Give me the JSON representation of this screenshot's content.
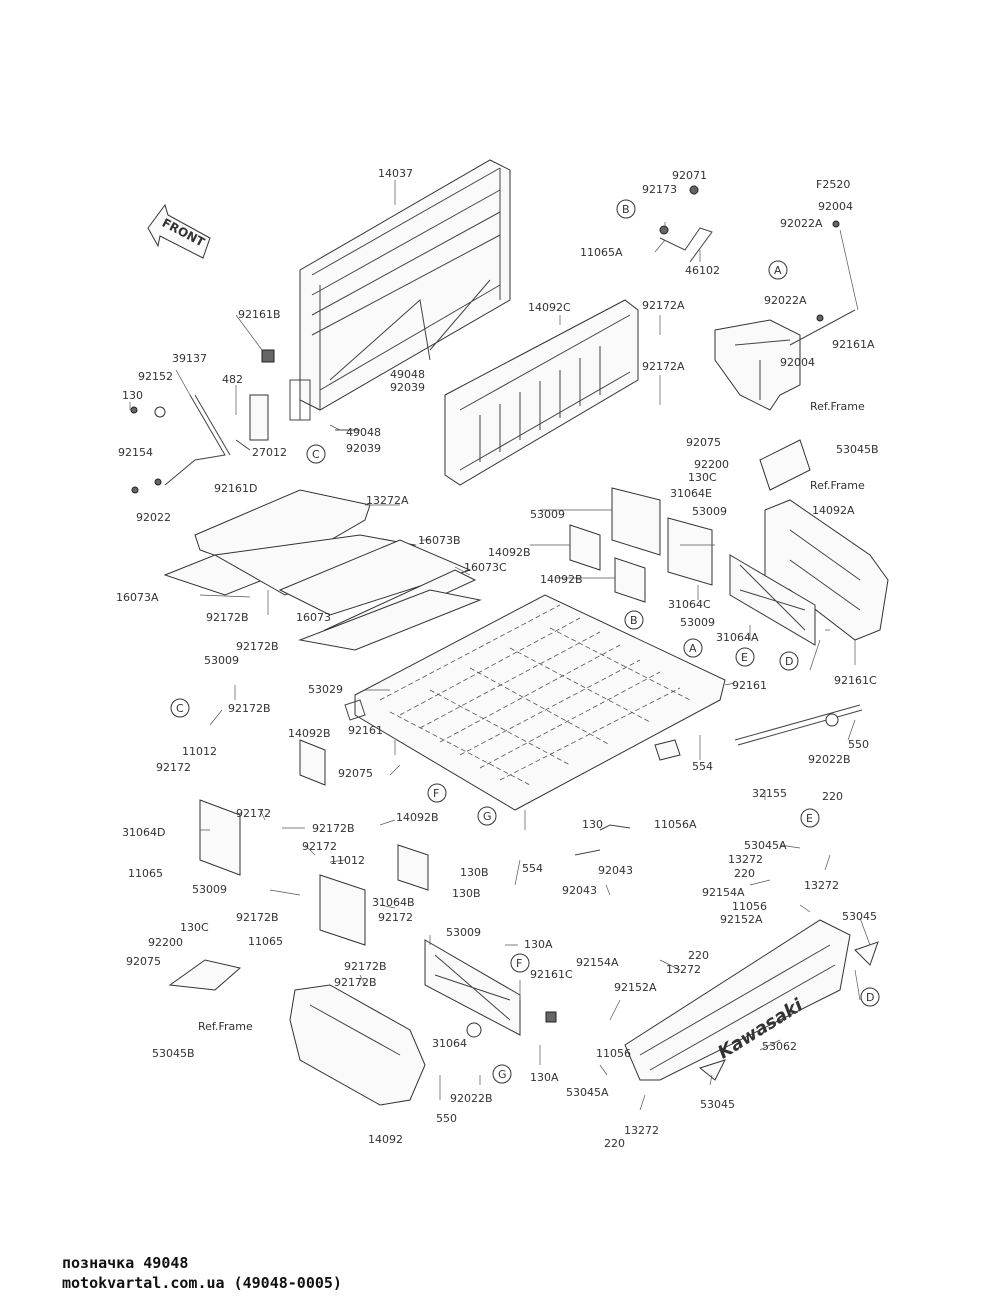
{
  "diagram": {
    "front_label": "FRONT",
    "part_labels": [
      {
        "id": "p14037",
        "text": "14037"
      },
      {
        "id": "p92071",
        "text": "92071"
      },
      {
        "id": "p92173",
        "text": "92173"
      },
      {
        "id": "pB1",
        "text": "B"
      },
      {
        "id": "p11065A",
        "text": "11065A"
      },
      {
        "id": "p46102",
        "text": "46102"
      },
      {
        "id": "pF2520",
        "text": "F2520"
      },
      {
        "id": "p92004a",
        "text": "92004"
      },
      {
        "id": "p92022Aa",
        "text": "92022A"
      },
      {
        "id": "pA1",
        "text": "A"
      },
      {
        "id": "p92022Ab",
        "text": "92022A"
      },
      {
        "id": "p92004b",
        "text": "92004"
      },
      {
        "id": "p92161A",
        "text": "92161A"
      },
      {
        "id": "pRef1",
        "text": "Ref.Frame"
      },
      {
        "id": "p14092C",
        "text": "14092C"
      },
      {
        "id": "p92172Aa",
        "text": "92172A"
      },
      {
        "id": "p92172Ab",
        "text": "92172A"
      },
      {
        "id": "p92161B",
        "text": "92161B"
      },
      {
        "id": "p39137",
        "text": "39137"
      },
      {
        "id": "p92152",
        "text": "92152"
      },
      {
        "id": "p482",
        "text": "482"
      },
      {
        "id": "p130a",
        "text": "130"
      },
      {
        "id": "p49048a",
        "text": "49048"
      },
      {
        "id": "p92039a",
        "text": "92039"
      },
      {
        "id": "p49048b",
        "text": "49048"
      },
      {
        "id": "pC1",
        "text": "C"
      },
      {
        "id": "p92039b",
        "text": "92039"
      },
      {
        "id": "p27012",
        "text": "27012"
      },
      {
        "id": "p92154",
        "text": "92154"
      },
      {
        "id": "p92161D",
        "text": "92161D"
      },
      {
        "id": "p92022",
        "text": "92022"
      },
      {
        "id": "p13272A",
        "text": "13272A"
      },
      {
        "id": "p16073B",
        "text": "16073B"
      },
      {
        "id": "p16073C",
        "text": "16073C"
      },
      {
        "id": "p16073A",
        "text": "16073A"
      },
      {
        "id": "p92172Ba",
        "text": "92172B"
      },
      {
        "id": "p16073",
        "text": "16073"
      },
      {
        "id": "p92075a",
        "text": "92075"
      },
      {
        "id": "p53045Ba",
        "text": "53045B"
      },
      {
        "id": "p92200a",
        "text": "92200"
      },
      {
        "id": "p130Ca",
        "text": "130C"
      },
      {
        "id": "pRef2",
        "text": "Ref.Frame"
      },
      {
        "id": "p53009a",
        "text": "53009"
      },
      {
        "id": "p31064E",
        "text": "31064E"
      },
      {
        "id": "p53009b",
        "text": "53009"
      },
      {
        "id": "p14092A",
        "text": "14092A"
      },
      {
        "id": "p14092Ba",
        "text": "14092B"
      },
      {
        "id": "p14092Bb",
        "text": "14092B"
      },
      {
        "id": "p31064C",
        "text": "31064C"
      },
      {
        "id": "pB2",
        "text": "B"
      },
      {
        "id": "p53009c",
        "text": "53009"
      },
      {
        "id": "p31064A",
        "text": "31064A"
      },
      {
        "id": "pA2",
        "text": "A"
      },
      {
        "id": "pE1",
        "text": "E"
      },
      {
        "id": "pD1",
        "text": "D"
      },
      {
        "id": "p92161C",
        "text": "92161C"
      },
      {
        "id": "p92161a",
        "text": "92161"
      },
      {
        "id": "p53029",
        "text": "53029"
      },
      {
        "id": "p92172Bb",
        "text": "92172B"
      },
      {
        "id": "p53009d",
        "text": "53009"
      },
      {
        "id": "pC2",
        "text": "C"
      },
      {
        "id": "p92172Bc",
        "text": "92172B"
      },
      {
        "id": "p11012a",
        "text": "11012"
      },
      {
        "id": "p14092Bc",
        "text": "14092B"
      },
      {
        "id": "p92161b",
        "text": "92161"
      },
      {
        "id": "p550a",
        "text": "550"
      },
      {
        "id": "p92022Ba",
        "text": "92022B"
      },
      {
        "id": "p554a",
        "text": "554"
      },
      {
        "id": "p32155",
        "text": "32155"
      },
      {
        "id": "p92172a",
        "text": "92172"
      },
      {
        "id": "p92075b",
        "text": "92075"
      },
      {
        "id": "pF1",
        "text": "F"
      },
      {
        "id": "p31064D",
        "text": "31064D"
      },
      {
        "id": "p92172b",
        "text": "92172"
      },
      {
        "id": "p92172Bd",
        "text": "92172B"
      },
      {
        "id": "p14092Bd",
        "text": "14092B"
      },
      {
        "id": "p92172c",
        "text": "92172"
      },
      {
        "id": "p11012b",
        "text": "11012"
      },
      {
        "id": "p11065a",
        "text": "11065"
      },
      {
        "id": "p53009e",
        "text": "53009"
      },
      {
        "id": "p130b",
        "text": "130"
      },
      {
        "id": "p11056A",
        "text": "11056A"
      },
      {
        "id": "pG1",
        "text": "G"
      },
      {
        "id": "p130Ba",
        "text": "130B"
      },
      {
        "id": "p554b",
        "text": "554"
      },
      {
        "id": "p92043a",
        "text": "92043"
      },
      {
        "id": "p92043b",
        "text": "92043"
      },
      {
        "id": "p130Bb",
        "text": "130B"
      },
      {
        "id": "p220a",
        "text": "220"
      },
      {
        "id": "pE2",
        "text": "E"
      },
      {
        "id": "p53045Aa",
        "text": "53045A"
      },
      {
        "id": "p13272a",
        "text": "13272"
      },
      {
        "id": "p220b",
        "text": "220"
      },
      {
        "id": "p13272b",
        "text": "13272"
      },
      {
        "id": "p92154A",
        "text": "92154A"
      },
      {
        "id": "p11056a",
        "text": "11056"
      },
      {
        "id": "p92152A",
        "text": "92152A"
      },
      {
        "id": "p53045a",
        "text": "53045"
      },
      {
        "id": "p31064B",
        "text": "31064B"
      },
      {
        "id": "p92172Be",
        "text": "92172B"
      },
      {
        "id": "p92172d",
        "text": "92172"
      },
      {
        "id": "p11065b",
        "text": "11065"
      },
      {
        "id": "p130Cb",
        "text": "130C"
      },
      {
        "id": "p92200b",
        "text": "92200"
      },
      {
        "id": "p92075c",
        "text": "92075"
      },
      {
        "id": "pRef3",
        "text": "Ref.Frame"
      },
      {
        "id": "p53045Bb",
        "text": "53045B"
      },
      {
        "id": "p53009f",
        "text": "53009"
      },
      {
        "id": "p130Aa",
        "text": "130A"
      },
      {
        "id": "pF2",
        "text": "F"
      },
      {
        "id": "p92172Bf",
        "text": "92172B"
      },
      {
        "id": "p92172Bg",
        "text": "92172B"
      },
      {
        "id": "p92161Cb",
        "text": "92161C"
      },
      {
        "id": "p92154Ab",
        "text": "92154A"
      },
      {
        "id": "p220c",
        "text": "220"
      },
      {
        "id": "p13272c",
        "text": "13272"
      },
      {
        "id": "p92152Ab",
        "text": "92152A"
      },
      {
        "id": "pD2",
        "text": "D"
      },
      {
        "id": "p31064",
        "text": "31064"
      },
      {
        "id": "p11056b",
        "text": "11056"
      },
      {
        "id": "p53062",
        "text": "53062"
      },
      {
        "id": "pG2",
        "text": "G"
      },
      {
        "id": "p130Ab",
        "text": "130A"
      },
      {
        "id": "p550b",
        "text": "550"
      },
      {
        "id": "p92022Bb",
        "text": "92022B"
      },
      {
        "id": "p53045Ab",
        "text": "53045A"
      },
      {
        "id": "p53045b",
        "text": "53045"
      },
      {
        "id": "p13272d",
        "text": "13272"
      },
      {
        "id": "p220d",
        "text": "220"
      },
      {
        "id": "p14092",
        "text": "14092"
      }
    ],
    "brand_text": "Kawasaki"
  },
  "footer": {
    "title": "позначка 49048",
    "url": "motokvartal.com.ua (49048-0005)"
  }
}
